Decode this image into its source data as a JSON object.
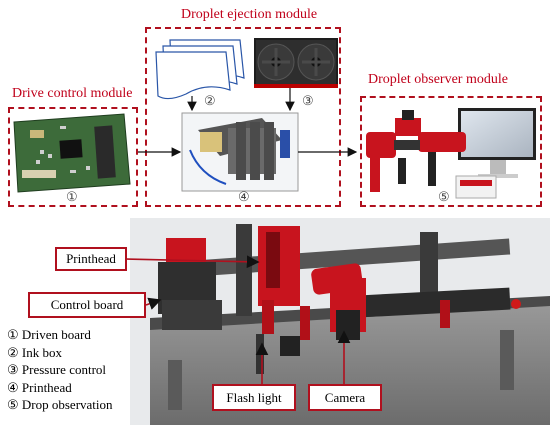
{
  "modules": {
    "drive": {
      "title": "Drive control module",
      "marker": "①"
    },
    "ejection": {
      "title": "Droplet ejection module",
      "marker": "④",
      "sub_markers": [
        "②",
        "③"
      ]
    },
    "observer": {
      "title": "Droplet observer module",
      "marker": "⑤"
    }
  },
  "labels": {
    "printhead": "Printhead",
    "control_board": "Control board",
    "flash_light": "Flash light",
    "camera": "Camera"
  },
  "legend": [
    "① Driven board",
    "② Ink box",
    "③ Pressure control",
    "④ Printhead",
    "⑤ Drop observation"
  ],
  "colors": {
    "accent": "#c0001a",
    "machine_red": "#c8141e",
    "board_green": "#3d6b3a"
  }
}
